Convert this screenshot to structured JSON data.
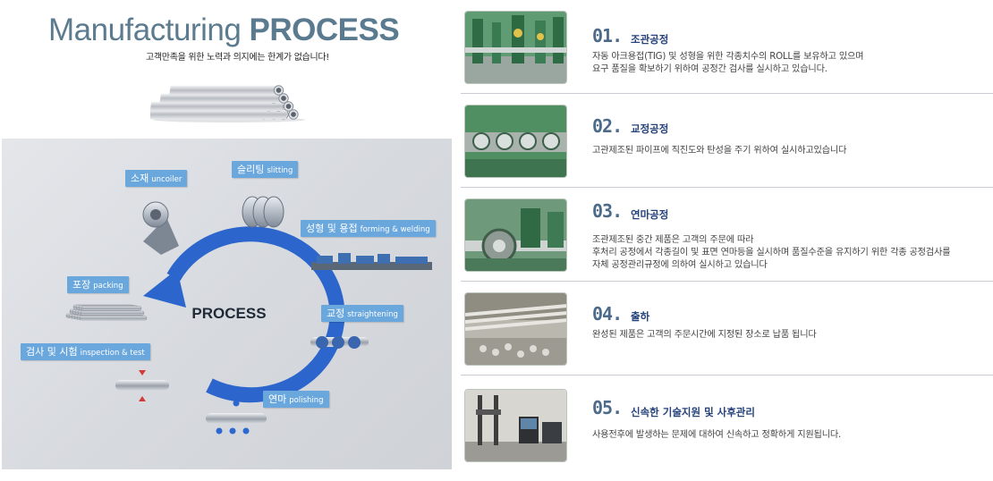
{
  "header": {
    "title_light": "Manufacturing",
    "title_bold": "PROCESS",
    "subtitle": "고객만족을 위한 노력과 의지에는 한계가 없습니다!"
  },
  "diagram": {
    "center_label": "PROCESS",
    "stages": [
      {
        "ko": "소재",
        "en": "uncoiler"
      },
      {
        "ko": "슬리팅",
        "en": "slitting"
      },
      {
        "ko": "성형 및 용접",
        "en": "forming & welding"
      },
      {
        "ko": "교정",
        "en": "straightening"
      },
      {
        "ko": "연마",
        "en": "polishing"
      },
      {
        "ko": "검사 및 시험",
        "en": "inspection & test"
      },
      {
        "ko": "포장",
        "en": "packing"
      }
    ],
    "colors": {
      "arrow": "#2c66cc",
      "label_bg": "#6aa7dd",
      "board_bg": "#d9dce1"
    }
  },
  "steps": [
    {
      "number": "01.",
      "title": "조관공정",
      "lines": [
        "자동 아크용접(TIG) 및 성형을 위한 각종치수의 ROLL를 보유하고 있으며",
        "요구 품질을 확보하기 위하여 공정간 검사를 실시하고 있습니다."
      ]
    },
    {
      "number": "02.",
      "title": "교정공정",
      "lines": [
        "고관제조된 파이프에 직진도와 탄성을 주기 위하여 실시하고있습니다"
      ]
    },
    {
      "number": "03.",
      "title": "연마공정",
      "lines": [
        "조관제조된 중간 제품은 고객의 주문에 따라",
        "후처리 공정에서 각종길이 및 표면 연마등을 실시하며 품질수준을 유지하기 위한 각종 공정검사를",
        "자체 공정관리규정에 의하여  실시하고 있습니다"
      ]
    },
    {
      "number": "04.",
      "title": "출하",
      "lines": [
        "완성된 제품은 고객의 주문시간에 지정된 장소로 납품 됩니다"
      ]
    },
    {
      "number": "05.",
      "title": "신속한 기술지원 및 사후관리",
      "lines": [
        "사용전후에 발생하는 문제에 대하여 신속하고 정확하게 지원됩니다."
      ]
    }
  ],
  "colors": {
    "number": "#4c6a8a",
    "step_title": "#25427a",
    "divider": "#c9ccd2"
  },
  "icons": [
    "pipe-bundle-icon",
    "uncoiler-icon",
    "slitter-icon",
    "forming-line-icon",
    "straightener-icon",
    "polishing-icon",
    "inspection-icon",
    "packing-icon"
  ]
}
